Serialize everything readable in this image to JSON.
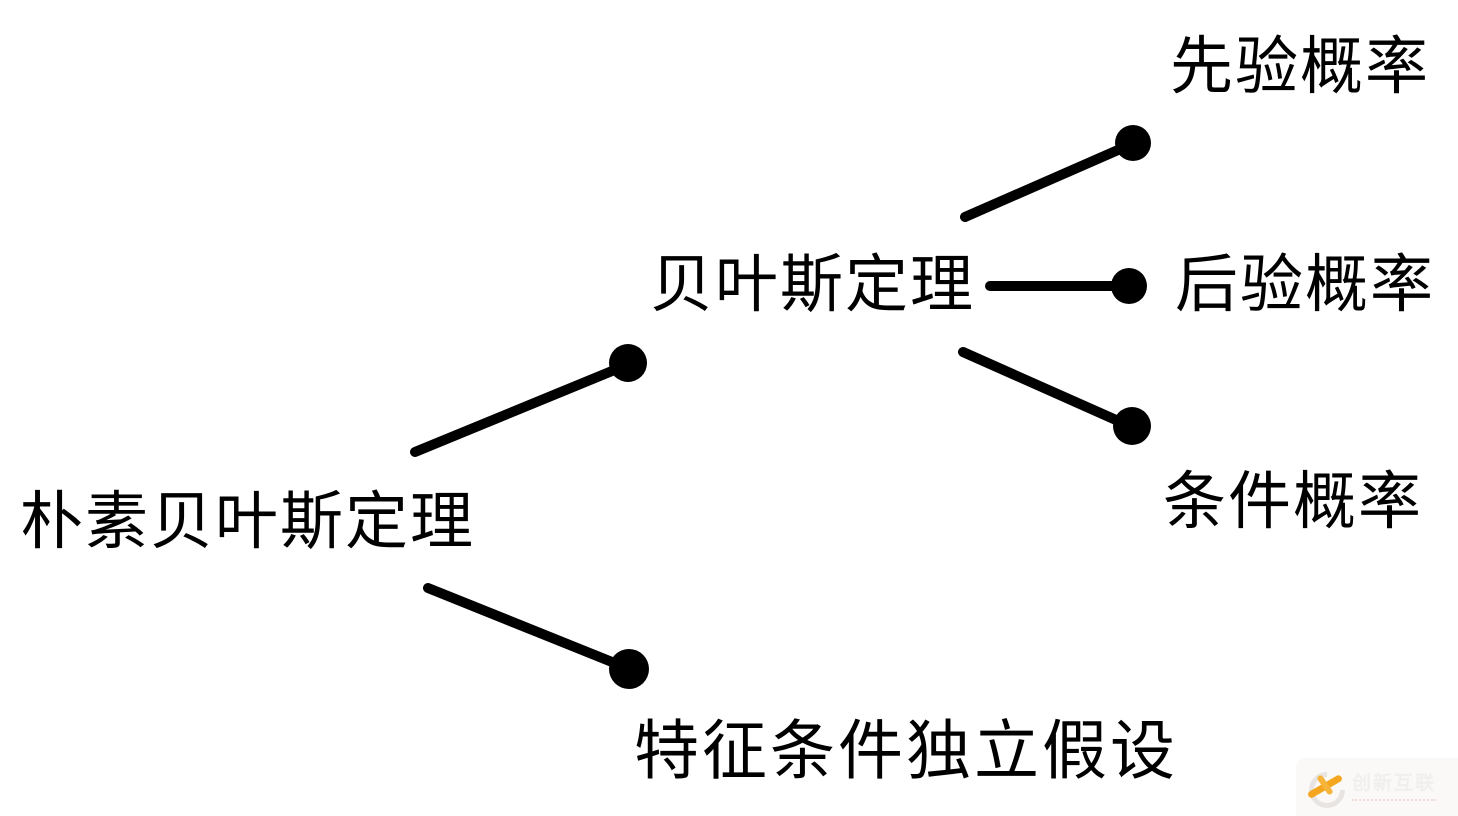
{
  "mindmap": {
    "root": {
      "label": "朴素贝叶斯定理"
    },
    "level1": [
      {
        "label": "贝叶斯定理",
        "children": [
          "先验概率",
          "后验概率",
          "条件概率"
        ]
      },
      {
        "label": "特征条件独立假设",
        "children": []
      }
    ]
  },
  "style": {
    "background_color": "#ffffff",
    "text_color": "#000000",
    "edge_color": "#000000"
  },
  "watermark": {
    "brand": "创新互联",
    "logo_icon": "gray-ring-with-orange-x",
    "accent_color": "#f4a71e"
  }
}
